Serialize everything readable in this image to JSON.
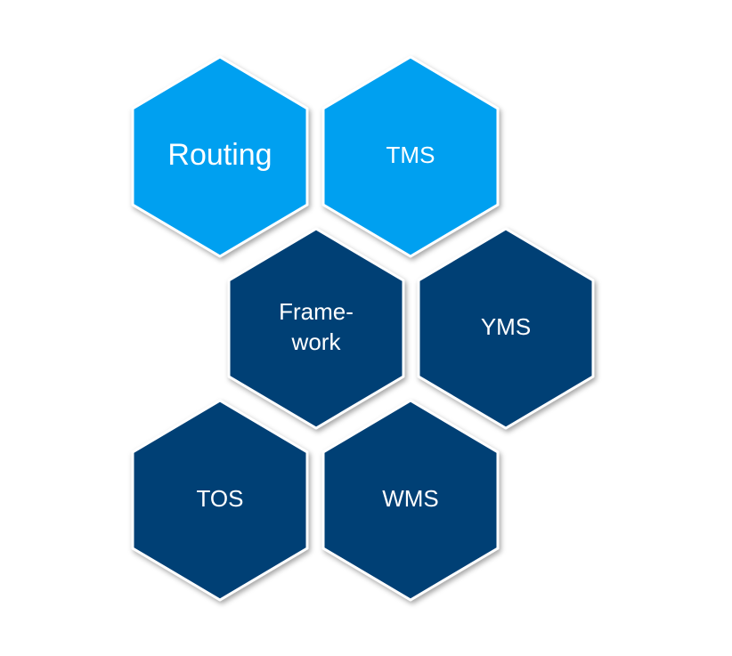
{
  "colors": {
    "light_blue": "#02A0F0",
    "dark_blue": "#023F74",
    "text": "#FFFFFF",
    "outline": "#FFFFFF"
  },
  "hexagons": [
    {
      "id": "routing",
      "lines": [
        "Routing"
      ],
      "color": "light_blue"
    },
    {
      "id": "tms",
      "lines": [
        "TMS"
      ],
      "color": "light_blue"
    },
    {
      "id": "framework",
      "lines": [
        "Frame-",
        "work"
      ],
      "color": "dark_blue"
    },
    {
      "id": "yms",
      "lines": [
        "YMS"
      ],
      "color": "dark_blue"
    },
    {
      "id": "tos",
      "lines": [
        "TOS"
      ],
      "color": "dark_blue"
    },
    {
      "id": "wms",
      "lines": [
        "WMS"
      ],
      "color": "dark_blue"
    }
  ]
}
